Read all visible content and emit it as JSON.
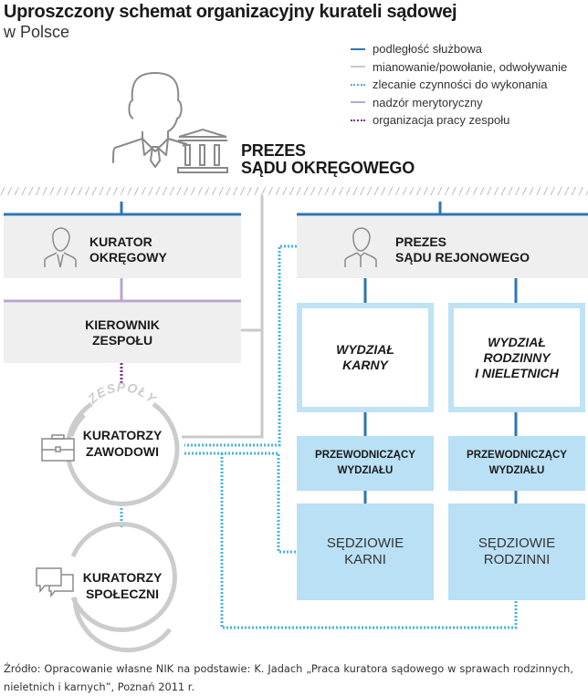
{
  "header": {
    "title": "Uproszczony schemat organizacyjny kurateli sądowej",
    "subtitle": "w Polsce"
  },
  "legend": {
    "items": [
      {
        "label": "podległość służbowa",
        "style": "solid",
        "color": "#2f74b5"
      },
      {
        "label": "mianowanie/powołanie, odwoływanie",
        "style": "solid",
        "color": "#c9c9c9"
      },
      {
        "label": "zlecanie czynności do wykonania",
        "style": "dotted",
        "color": "#45b4de"
      },
      {
        "label": "nadzór merytoryczny",
        "style": "solid",
        "color": "#b9a5cf"
      },
      {
        "label": "organizacja pracy zespołu",
        "style": "dotted",
        "color": "#7a2e82"
      }
    ]
  },
  "nodes": {
    "prezes_okregowy": {
      "line1": "PREZES",
      "line2": "SĄDU OKRĘGOWEGO"
    },
    "kurator_okregowy": {
      "line1": "KURATOR",
      "line2": "OKRĘGOWY"
    },
    "kierownik_zespolu": {
      "line1": "KIEROWNIK",
      "line2": "ZESPOŁU"
    },
    "zespoly_label": "ZESPOŁY",
    "kuratorzy_zawodowi": {
      "line1": "KURATORZY",
      "line2": "ZAWODOWI"
    },
    "kuratorzy_spoleczni": {
      "line1": "KURATORZY",
      "line2": "SPOŁECZNI"
    },
    "prezes_rejonowy": {
      "line1": "PREZES",
      "line2": "SĄDU REJONOWEGO"
    },
    "wydzial_karny": {
      "line1": "WYDZIAŁ",
      "line2": "KARNY"
    },
    "wydzial_rodzinny": {
      "line1": "WYDZIAŁ",
      "line2": "RODZINNY",
      "line3": "I NIELETNICH"
    },
    "przewodniczacy_karny": {
      "line1": "PRZEWODNICZĄCY",
      "line2": "WYDZIAŁU"
    },
    "przewodniczacy_rodzinny": {
      "line1": "PRZEWODNICZĄCY",
      "line2": "WYDZIAŁU"
    },
    "sedziowie_karni": {
      "line1": "SĘDZIOWIE",
      "line2": "KARNI"
    },
    "sedziowie_rodzinni": {
      "line1": "SĘDZIOWIE",
      "line2": "RODZINNI"
    }
  },
  "colors": {
    "subordination": "#2f74b5",
    "appointment": "#c9c9c9",
    "delegation": "#45b4de",
    "supervision": "#b9a5cf",
    "team_org": "#7a2e82",
    "box_grey": "#efefef",
    "box_blue": "#b9e0f4",
    "box_blue_border": "#bfe3f5",
    "icon_stroke": "#8a8a8a"
  },
  "footer": {
    "source": "Źródło: Opracowanie własne NIK na podstawie: K. Jadach „Praca kuratora sądowego w sprawach rodzinnych, nieletnich i karnych”, Poznań 2011 r."
  }
}
